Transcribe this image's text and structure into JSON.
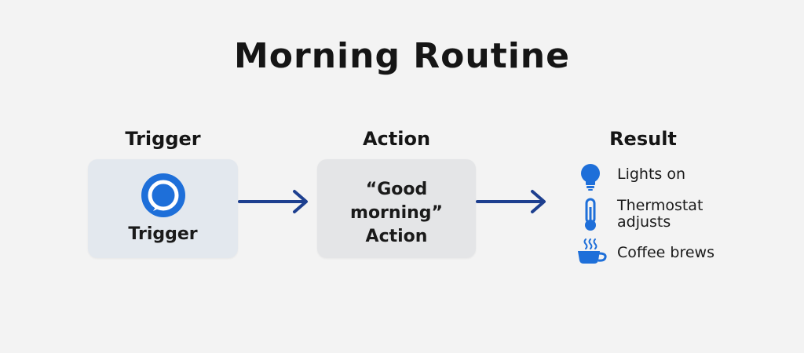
{
  "title": "Morning Routine",
  "columns": {
    "trigger": {
      "heading": "Trigger",
      "box_label": "Trigger",
      "icon": "voice-assistant-ring-icon"
    },
    "action": {
      "heading": "Action",
      "box_line1": "“Good",
      "box_line2": "morning”",
      "box_line3": "Action"
    },
    "result": {
      "heading": "Result",
      "items": [
        {
          "icon": "lightbulb-icon",
          "line1": "Lights on",
          "line2": ""
        },
        {
          "icon": "thermometer-icon",
          "line1": "Thermostat",
          "line2": "adjusts"
        },
        {
          "icon": "coffee-cup-icon",
          "line1": "Coffee brews",
          "line2": ""
        }
      ]
    }
  },
  "colors": {
    "accent_blue": "#1e6fd9",
    "arrow_navy": "#1d3f8f",
    "background": "#f3f3f3"
  }
}
